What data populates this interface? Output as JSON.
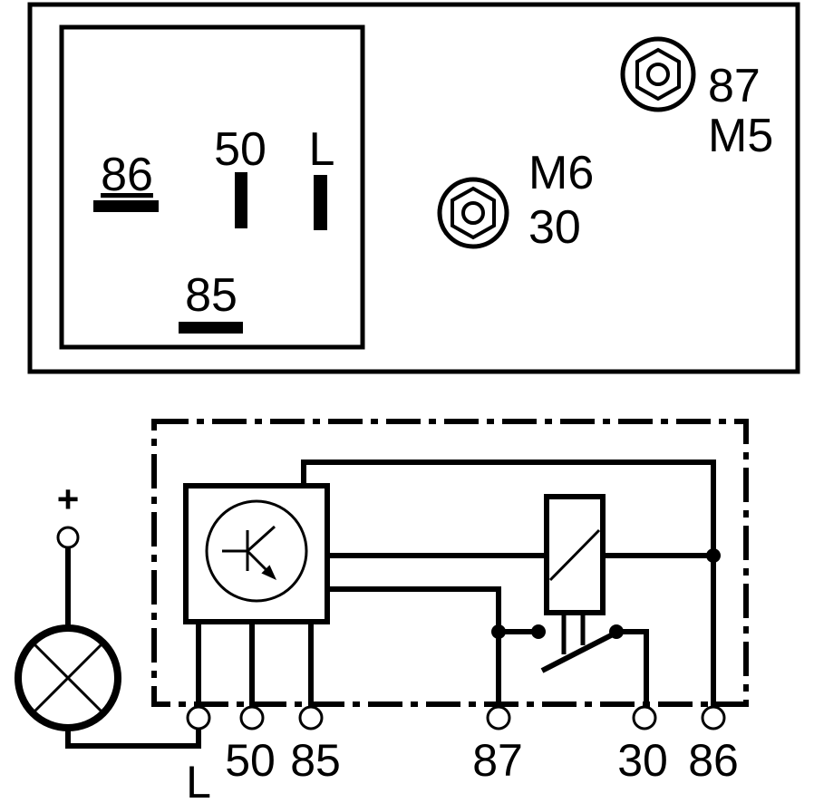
{
  "housing_view": {
    "pins": {
      "p86": "86",
      "p50": "50",
      "pL": "L",
      "p85": "85"
    },
    "stud_30": {
      "thread": "M6",
      "terminal": "30"
    },
    "stud_87": {
      "terminal": "87",
      "thread": "M5"
    }
  },
  "schematic": {
    "supply_label": "+",
    "terminals": {
      "L": "L",
      "t50": "50",
      "t85": "85",
      "t87": "87",
      "t30": "30",
      "t86": "86"
    }
  },
  "colors": {
    "ink": "#000000",
    "background": "#ffffff"
  }
}
